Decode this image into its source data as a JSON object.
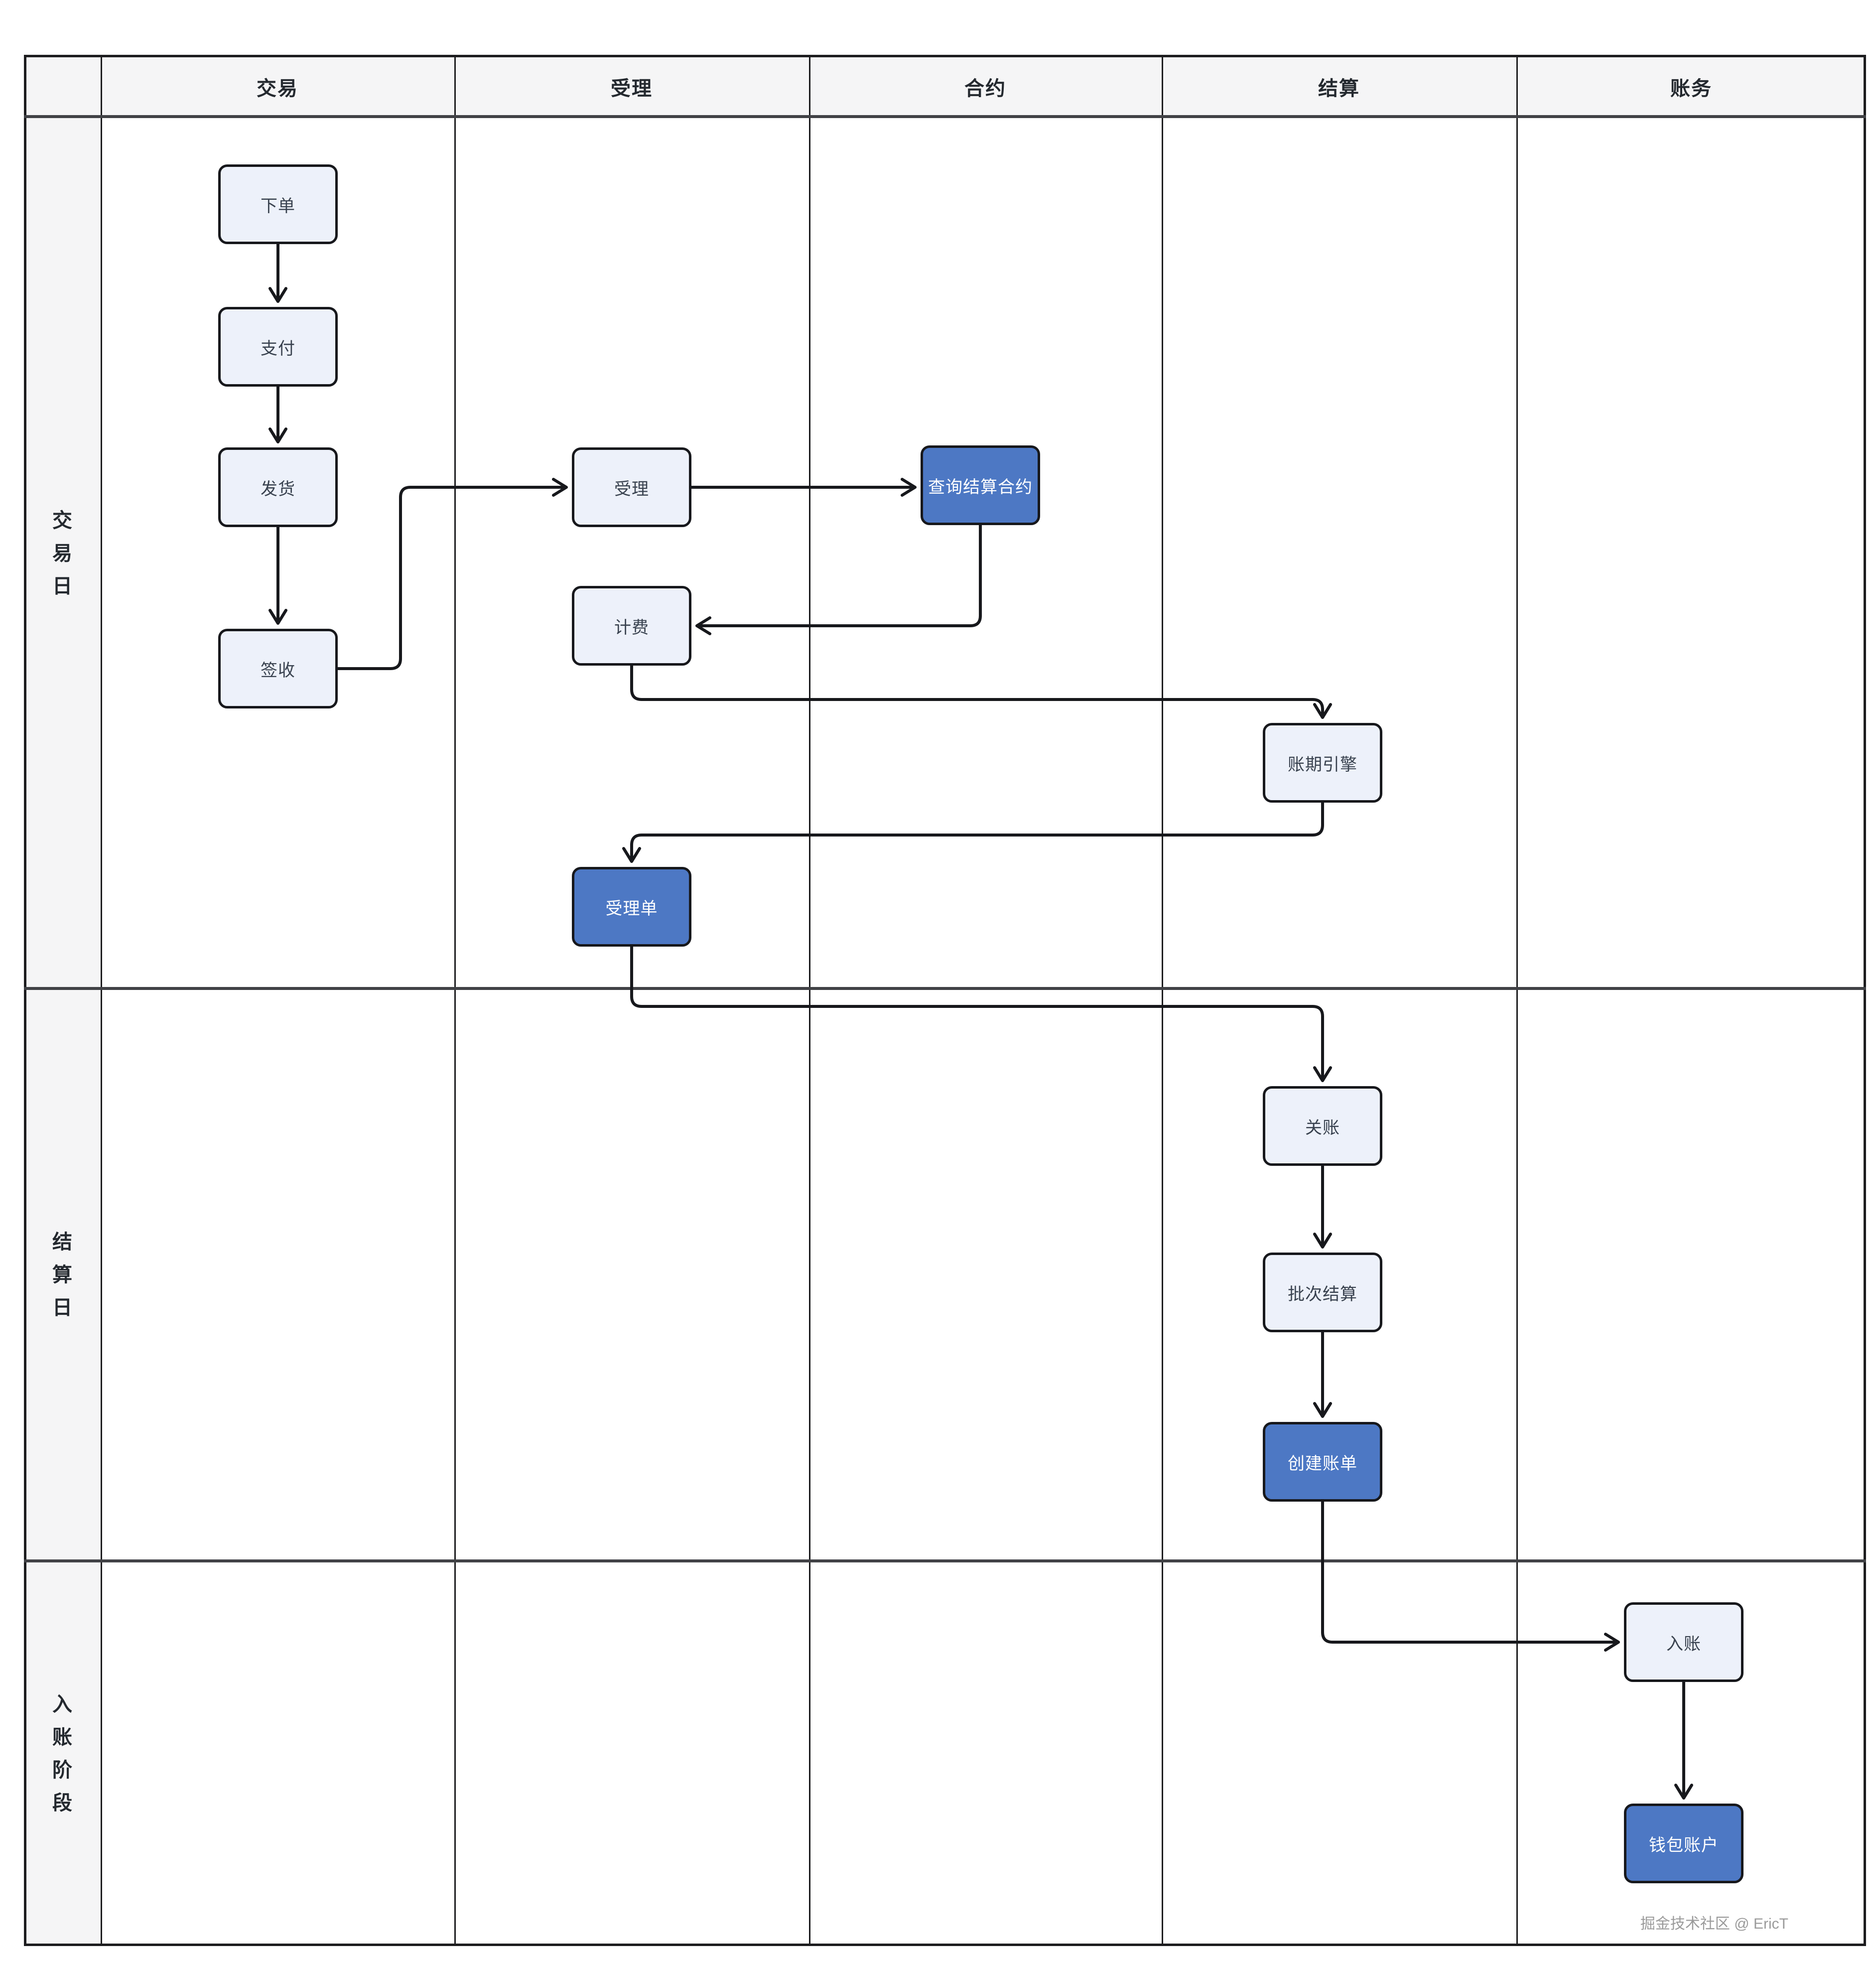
{
  "diagram": {
    "columns": [
      {
        "id": "jiaoyi",
        "label": "交易"
      },
      {
        "id": "shouli",
        "label": "受理"
      },
      {
        "id": "heyue",
        "label": "合约"
      },
      {
        "id": "jiesuan",
        "label": "结算"
      },
      {
        "id": "zhangwu",
        "label": "账务"
      }
    ],
    "rows": [
      {
        "id": "jiaoyiri",
        "label": "交易日"
      },
      {
        "id": "jiesuanri",
        "label": "结算日"
      },
      {
        "id": "ruzhangjieduan",
        "label": "入账阶段"
      }
    ],
    "nodes": [
      {
        "id": "xiadan",
        "label": "下单",
        "variant": "default"
      },
      {
        "id": "zhifu",
        "label": "支付",
        "variant": "default"
      },
      {
        "id": "fahuo",
        "label": "发货",
        "variant": "default"
      },
      {
        "id": "qianshou",
        "label": "签收",
        "variant": "default"
      },
      {
        "id": "shouli",
        "label": "受理",
        "variant": "default"
      },
      {
        "id": "chaxun",
        "label": "查询结算合约",
        "variant": "primary"
      },
      {
        "id": "jifei",
        "label": "计费",
        "variant": "default"
      },
      {
        "id": "zhangqi",
        "label": "账期引擎",
        "variant": "default"
      },
      {
        "id": "shoulidan",
        "label": "受理单",
        "variant": "primary"
      },
      {
        "id": "guanzhang",
        "label": "关账",
        "variant": "default"
      },
      {
        "id": "pici",
        "label": "批次结算",
        "variant": "default"
      },
      {
        "id": "chuangjian",
        "label": "创建账单",
        "variant": "primary"
      },
      {
        "id": "ruzhang",
        "label": "入账",
        "variant": "default"
      },
      {
        "id": "qianbao",
        "label": "钱包账户",
        "variant": "primary"
      }
    ],
    "edges": [
      {
        "from": "xiadan",
        "to": "zhifu"
      },
      {
        "from": "zhifu",
        "to": "fahuo"
      },
      {
        "from": "fahuo",
        "to": "qianshou"
      },
      {
        "from": "qianshou",
        "to": "shouli"
      },
      {
        "from": "shouli",
        "to": "chaxun"
      },
      {
        "from": "chaxun",
        "to": "jifei"
      },
      {
        "from": "jifei",
        "to": "zhangqi"
      },
      {
        "from": "zhangqi",
        "to": "shoulidan"
      },
      {
        "from": "shoulidan",
        "to": "guanzhang"
      },
      {
        "from": "guanzhang",
        "to": "pici"
      },
      {
        "from": "pici",
        "to": "chuangjian"
      },
      {
        "from": "chuangjian",
        "to": "ruzhang"
      },
      {
        "from": "ruzhang",
        "to": "qianbao"
      }
    ],
    "colors": {
      "primary_fill": "#4d78c4",
      "node_fill": "#edf1fa",
      "line": "#17181c",
      "lane_fill": "#f5f5f6"
    },
    "footer": "掘金技术社区 @ EricT"
  }
}
